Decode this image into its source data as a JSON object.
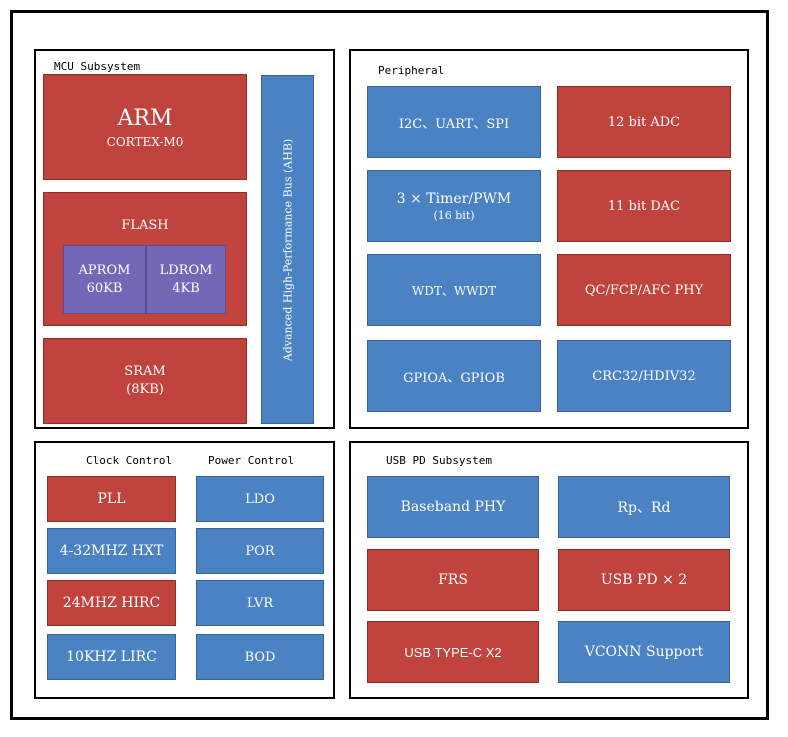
{
  "mcu": {
    "title": "MCU Subsystem",
    "arm": {
      "name": "ARM",
      "core": "CORTEX-M0"
    },
    "flash": {
      "title": "FLASH",
      "aprom": {
        "name": "APROM",
        "size": "60KB"
      },
      "ldrom": {
        "name": "LDROM",
        "size": "4KB"
      }
    },
    "sram": {
      "name": "SRAM",
      "size": "(8KB)"
    },
    "bus": "Advanced High-Performance Bus (AHB)"
  },
  "peripheral": {
    "title": "Peripheral",
    "i2c": "I2C、UART、SPI",
    "adc": "12 bit ADC",
    "timer": {
      "name": "3 × Timer/PWM",
      "sub": "(16 bit)"
    },
    "dac": "11 bit DAC",
    "wdt": "WDT、WWDT",
    "qc": "QC/FCP/AFC PHY",
    "gpio": "GPIOA、GPIOB",
    "crc": "CRC32/HDIV32"
  },
  "clock": {
    "title": "Clock Control",
    "items": [
      "PLL",
      "4-32MHZ HXT",
      "24MHZ HIRC",
      "10KHZ LIRC"
    ]
  },
  "power": {
    "title": "Power Control",
    "items": [
      "LDO",
      "POR",
      "LVR",
      "BOD"
    ]
  },
  "usbpd": {
    "title": "USB PD Subsystem",
    "baseband": "Baseband PHY",
    "rprd": "Rp、Rd",
    "frs": "FRS",
    "usbpd": "USB PD × 2",
    "typec": "USB TYPE-C X2",
    "vconn": "VCONN Support"
  },
  "colors": {
    "red": "#c0433e",
    "blue": "#4a82c3",
    "purple": "#7467b6"
  }
}
